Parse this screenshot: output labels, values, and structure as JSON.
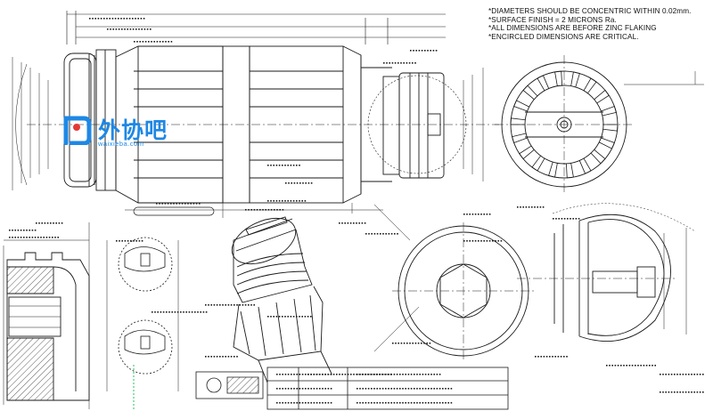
{
  "drawing": {
    "notes": [
      "*DIAMETERS SHOULD BE CONCENTRIC WITHIN 0.02mm.",
      "*SURFACE FINISH  = 2 MICRONS Ra.",
      "*ALL DIMENSIONS ARE BEFORE  ZINC FLAKING",
      "*ENCIRCLED DIMENSIONS ARE CRITICAL."
    ],
    "watermark": {
      "name": "外协吧",
      "url": "waixieba.com"
    },
    "colors": {
      "line": "#1a1a1a",
      "watermark": "#1e88e5",
      "hatch": "#333333",
      "green_marker": "#22c55e"
    }
  }
}
